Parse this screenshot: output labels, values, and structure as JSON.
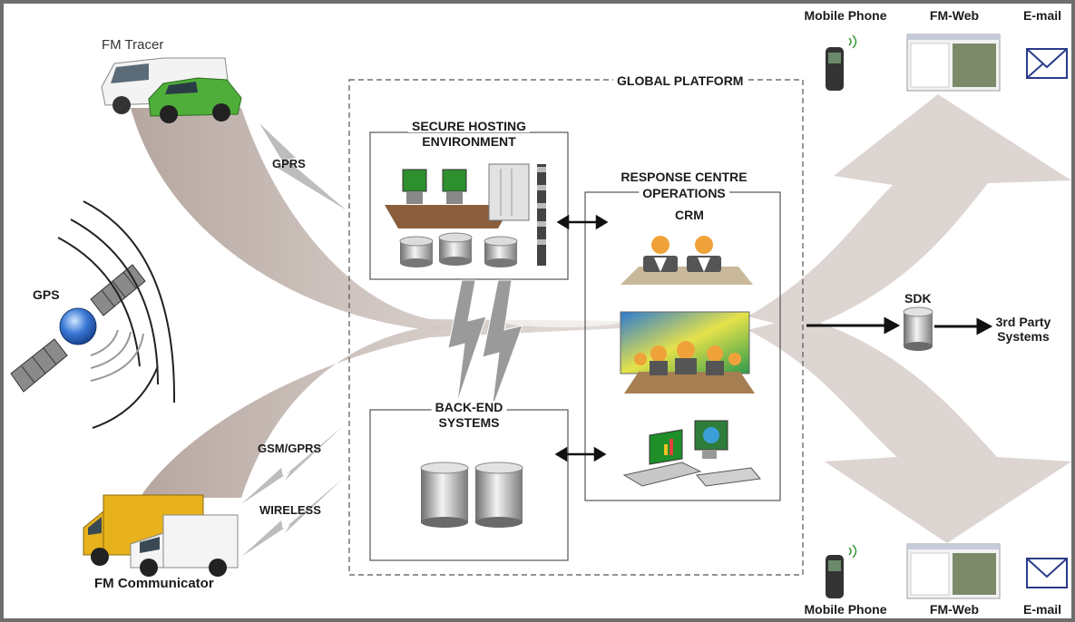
{
  "labels": {
    "fm_tracer": "FM Tracer",
    "fm_communicator": "FM Communicator",
    "gps": "GPS",
    "gprs": "GPRS",
    "gsm_gprs": "GSM/GPRS",
    "wireless": "WIRELESS",
    "global_platform": "GLOBAL PLATFORM",
    "secure_hosting": "SECURE HOSTING",
    "environment": "ENVIRONMENT",
    "response_centre": "RESPONSE CENTRE",
    "operations": "OPERATIONS",
    "crm": "CRM",
    "back_end": "BACK-END",
    "systems": "SYSTEMS",
    "sdk": "SDK",
    "third_party_line1": "3rd Party",
    "third_party_line2": "Systems"
  },
  "top_outputs": [
    "Mobile Phone",
    "FM-Web",
    "E-mail"
  ],
  "bottom_outputs": [
    "Mobile Phone",
    "FM-Web",
    "E-mail"
  ],
  "colors": {
    "flow": "#d9d2cd",
    "flow_dark": "#b8aba5",
    "van_white": "#f2f2f2",
    "car_green": "#4fae3a",
    "truck_yellow": "#e7b21c",
    "screen_green": "#1f8f2a",
    "desk_brown": "#7a5a3c",
    "crm_orange": "#f0a23a",
    "globe_blue": "#2a5fb8"
  }
}
